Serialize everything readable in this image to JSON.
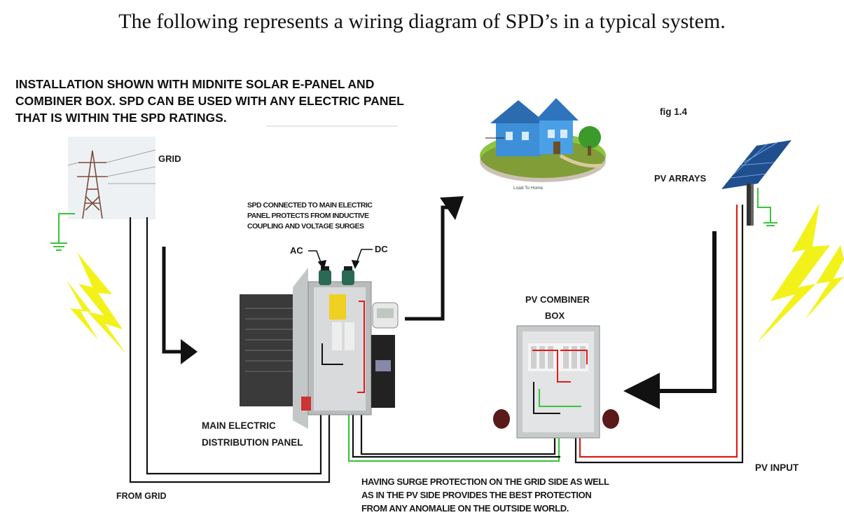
{
  "title": "The following represents a wiring diagram of SPD’s in a typical system.",
  "installation_note": {
    "lines": [
      "INSTALLATION SHOWN WITH MIDNITE SOLAR E-PANEL AND",
      "COMBINER BOX. SPD CAN BE USED WITH ANY ELECTRIC PANEL",
      "THAT IS WITHIN THE SPD RATINGS."
    ]
  },
  "labels": {
    "fig": "fig 1.4",
    "grid": "GRID",
    "pv_arrays": "PV ARRAYS",
    "load_to_home": "Load To Home",
    "spd_note": [
      "SPD CONNECTED TO MAIN ELECTRIC",
      "PANEL PROTECTS FROM INDUCTIVE",
      "COUPLING AND VOLTAGE SURGES"
    ],
    "ac": "AC",
    "dc": "DC",
    "pv_combiner_box": [
      "PV COMBINER",
      "BOX"
    ],
    "main_panel": [
      "MAIN ELECTRIC",
      "DISTRIBUTION PANEL"
    ],
    "pv_input": "PV INPUT",
    "from_grid": "FROM GRID",
    "bottom_note": [
      "HAVING SURGE PROTECTION ON THE GRID SIDE AS WELL",
      "AS IN THE PV SIDE PROVIDES THE BEST PROTECTION",
      "FROM ANY ANOMALIE ON THE OUTSIDE WORLD."
    ]
  },
  "colors": {
    "wire_black": "#111111",
    "wire_red": "#e01b1b",
    "wire_green": "#3cc43c",
    "lightning": "#f2f21a",
    "panel_gray": "#b9bcbd",
    "house_blue": "#3d8fd8"
  }
}
